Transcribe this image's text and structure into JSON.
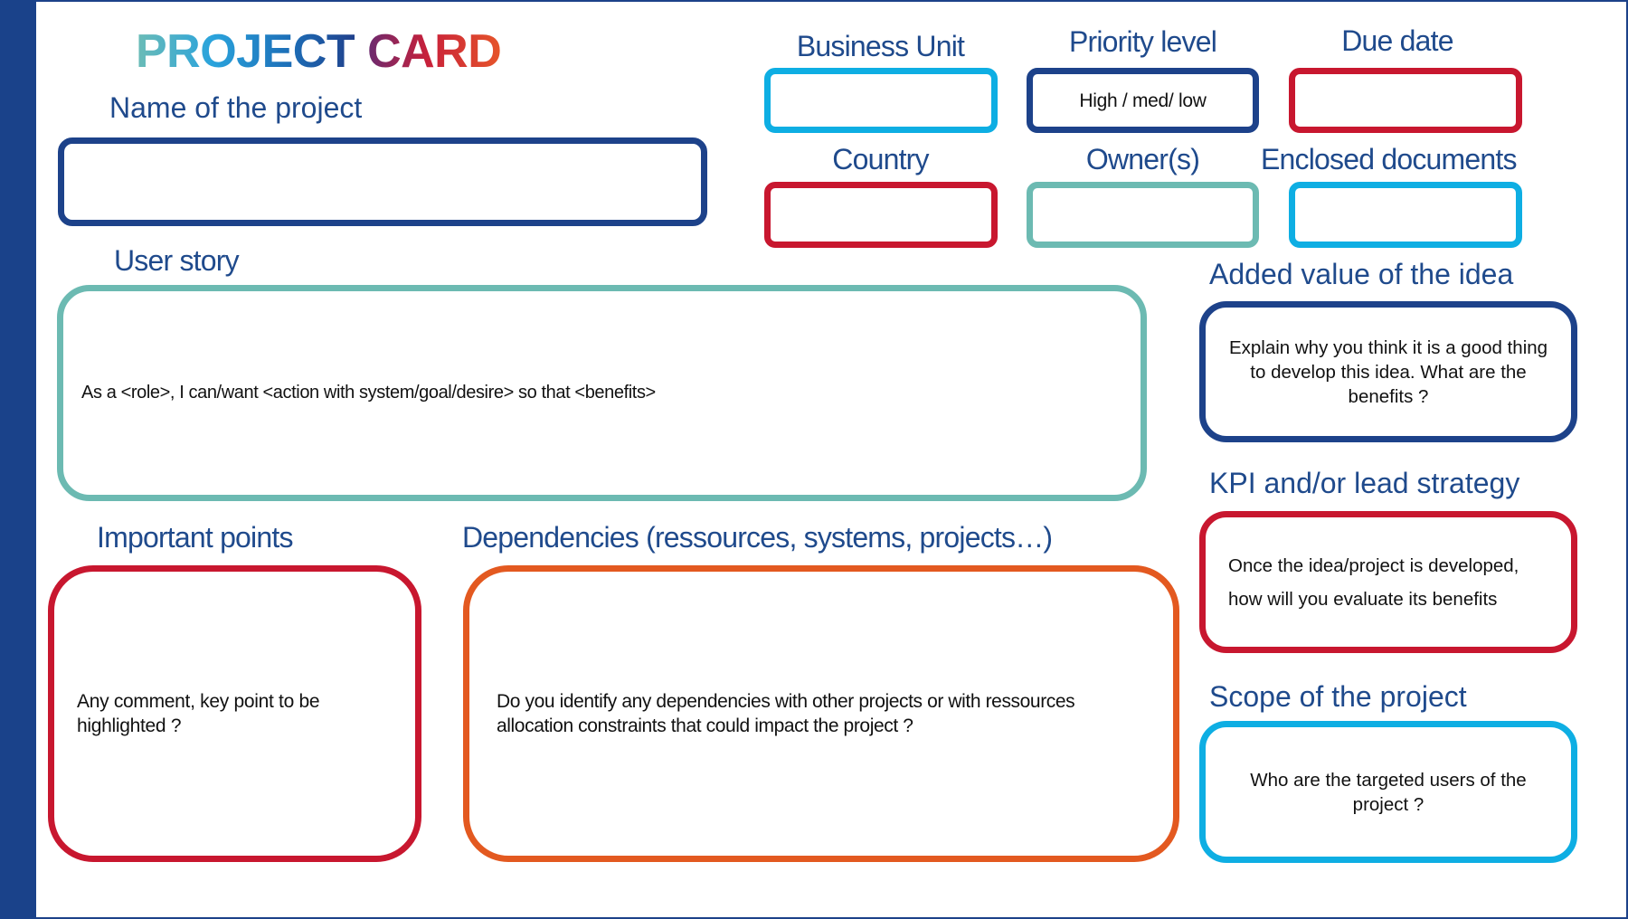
{
  "card": {
    "title_part1": "PROJECT",
    "title_part2": "CARD"
  },
  "fields": {
    "name": {
      "label": "Name of the project",
      "value": ""
    },
    "business_unit": {
      "label": "Business Unit",
      "value": ""
    },
    "priority": {
      "label": "Priority level",
      "value": "High / med/ low"
    },
    "due_date": {
      "label": "Due date",
      "value": ""
    },
    "country": {
      "label": "Country",
      "value": ""
    },
    "owners": {
      "label": "Owner(s)",
      "value": ""
    },
    "enclosed_documents": {
      "label": "Enclosed documents",
      "value": ""
    },
    "user_story": {
      "label": "User story",
      "value": "As a <role>, I can/want <action with system/goal/desire> so that <benefits>"
    },
    "added_value": {
      "label": "Added value of the idea",
      "value": "Explain why you think it is a good thing to develop this idea. What are the benefits ?"
    },
    "kpi": {
      "label": "KPI and/or lead strategy",
      "value_line1": "Once the idea/project is developed,",
      "value_line2": "how will you evaluate its benefits"
    },
    "scope": {
      "label": "Scope of the project",
      "value": "Who are the targeted users of the project ?"
    },
    "important_points": {
      "label": "Important points",
      "value": "Any comment, key point to be highlighted ?"
    },
    "dependencies": {
      "label": "Dependencies (ressources, systems, projects…)",
      "value": "Do you identify any dependencies with other projects or with ressources allocation constraints that could impact the project ?"
    }
  },
  "colors": {
    "navy": "#1d428a",
    "cyan": "#0eaee3",
    "red": "#c8172f",
    "teal": "#6cbab2",
    "orange": "#e35920",
    "label_text": "#1f4a8c"
  }
}
